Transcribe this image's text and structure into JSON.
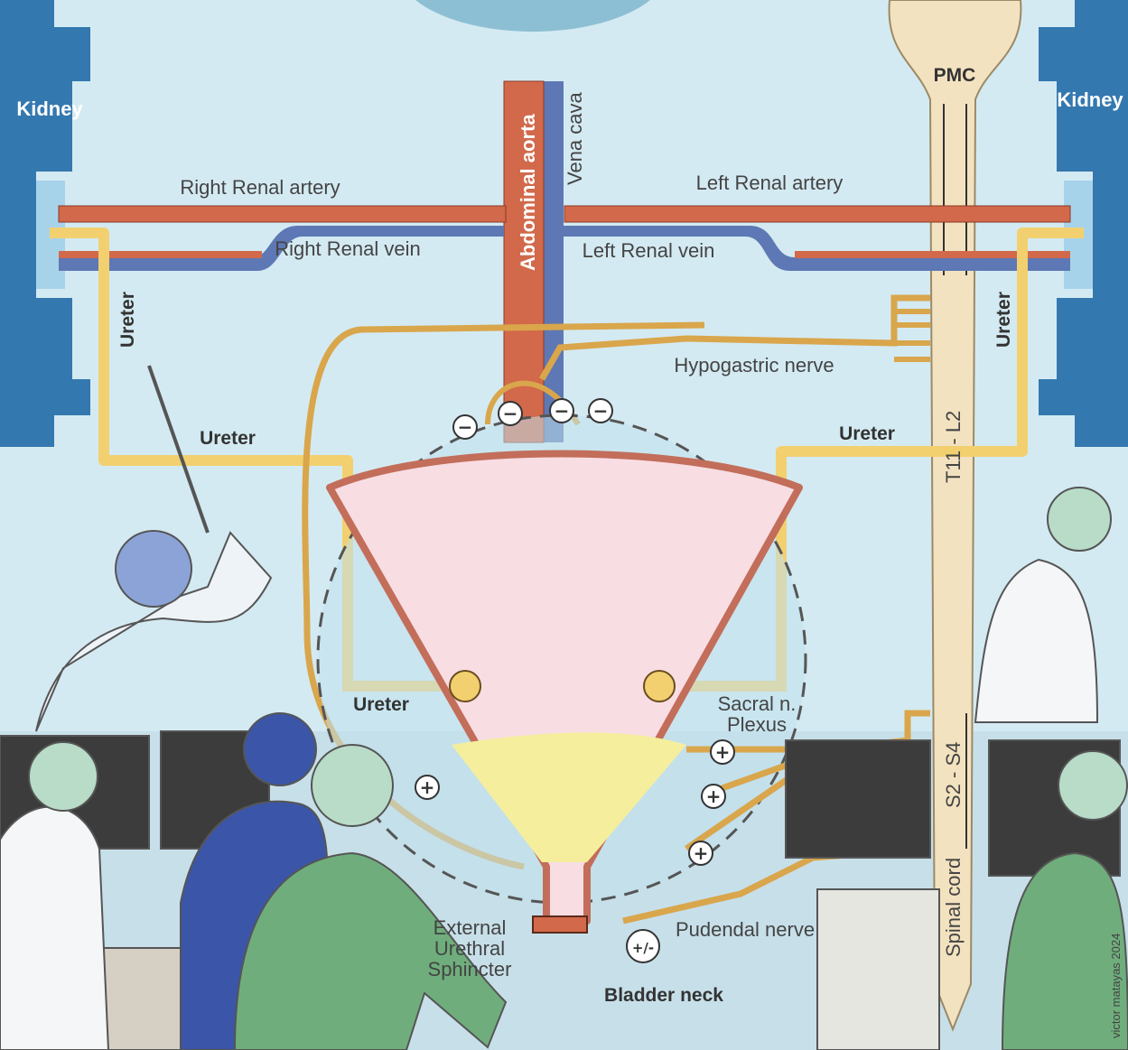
{
  "labels": {
    "kidney_left": "Kidney",
    "kidney_right": "Kidney",
    "right_renal_artery": "Right Renal artery",
    "left_renal_artery": "Left Renal artery",
    "right_renal_vein": "Right Renal vein",
    "left_renal_vein": "Left Renal vein",
    "abdominal_aorta": "Abdominal aorta",
    "vena_cava": "Vena cava",
    "pmc": "PMC",
    "ureter_vertical_left": "Ureter",
    "ureter_vertical_right": "Ureter",
    "ureter_mid_left": "Ureter",
    "ureter_mid_right": "Ureter",
    "ureter_lower": "Ureter",
    "hypogastric_nerve": "Hypogastric nerve",
    "t11_l2": "T11 - L2",
    "s2_s4": "S2 - S4",
    "sacral_plexus_1": "Sacral n.",
    "sacral_plexus_2": "Plexus",
    "spinal_cord": "Spinal cord",
    "pudendal_nerve": "Pudendal nerve",
    "ext_sphincter_1": "External",
    "ext_sphincter_2": "Urethral",
    "ext_sphincter_3": "Sphincter",
    "bladder_neck": "Bladder neck",
    "signature": "victor matayas 2024"
  },
  "symbols": {
    "minus": "−",
    "plus": "+",
    "plus_minus": "+/-"
  },
  "colors": {
    "background": "#d4eaf2",
    "kidney": "#2f6fa8",
    "artery": "#d2694a",
    "vein": "#5d78b4",
    "ureter": "#f2d070",
    "nerve": "#d9a64c",
    "spinal_cord": "#f3e2c0",
    "bladder_fill": "#f8dde3",
    "urine": "#f5ee9c"
  }
}
